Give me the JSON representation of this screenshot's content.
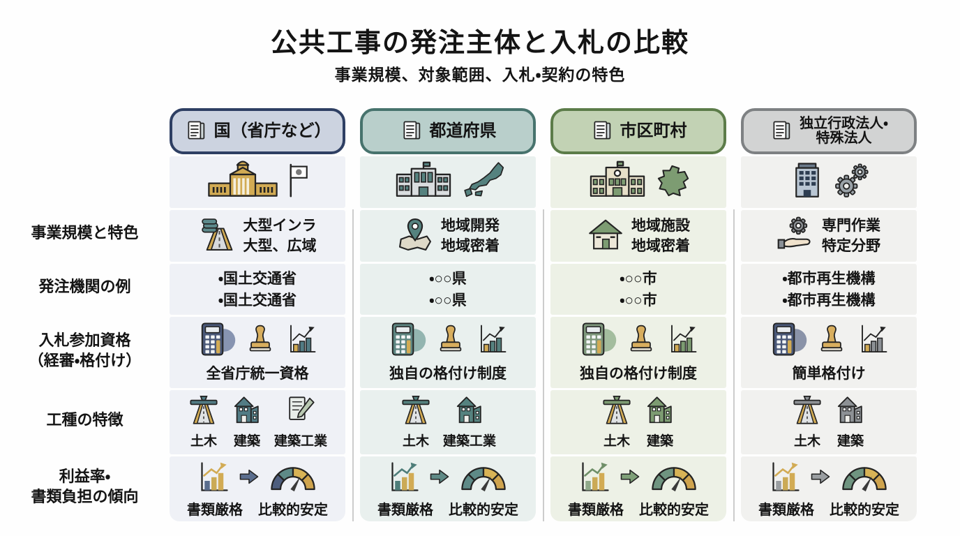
{
  "title": "公共工事の発注主体と入札の比較",
  "subtitle": "事業規模、対象範囲、入札・契約の特色",
  "row_labels": {
    "scale": "事業規模と特色",
    "agencies": "発注機関の例",
    "qualification_1": "入札参加資格",
    "qualification_2": "（経審・格付け）",
    "worktypes": "工種の特徴",
    "profit_1": "利益率・",
    "profit_2": "書類負担の傾向"
  },
  "columns": [
    {
      "header": "国（省庁など）",
      "accent_color": "#2e3f63",
      "header_fill": "#ccd3e0",
      "main_icons": [
        "national-diet-building",
        "japan-flag"
      ],
      "scale_icon": "road-infrastructure",
      "scale_1": "大型インラ",
      "scale_2": "大型、広域",
      "agency_1": "・国土交通省",
      "agency_2": "・国土交通省",
      "qualification": "全省庁統一資格",
      "worktype_1": "土木",
      "worktype_2": "建築",
      "worktype_3": "建築工業",
      "profit_left": "書類厳格",
      "profit_right": "比較的安定"
    },
    {
      "header": "都道府県",
      "accent_color": "#47736d",
      "header_fill": "#b9cfcb",
      "main_icons": [
        "prefecture-building",
        "japan-map"
      ],
      "scale_icon": "map-pin",
      "scale_1": "地域開発",
      "scale_2": "地域密着",
      "agency_1": "・○○県",
      "agency_2": "・○○県",
      "qualification": "独自の格付け制度",
      "worktype_1": "土木",
      "worktype_2": "建築工業",
      "profit_left": "書類厳格",
      "profit_right": "比較的安定"
    },
    {
      "header": "市区町村",
      "accent_color": "#5c7c49",
      "header_fill": "#c2d2b4",
      "main_icons": [
        "city-hall-building",
        "region-map"
      ],
      "scale_icon": "house",
      "scale_1": "地域施設",
      "scale_2": "地域密着",
      "agency_1": "・○○市",
      "agency_2": "・○○市",
      "qualification": "独自の格付け制度",
      "worktype_1": "土木",
      "worktype_2": "建築",
      "profit_left": "書類厳格",
      "profit_right": "比較的安定"
    },
    {
      "header": "独立行政法人・\n特殊法人",
      "accent_color": "#7e8183",
      "header_fill": "#d2d3d3",
      "main_icons": [
        "office-building",
        "gears"
      ],
      "scale_icon": "hand-gear",
      "scale_1": "専門作業",
      "scale_2": "特定分野",
      "agency_1": "・都市再生機構",
      "agency_2": "・都市再生機構",
      "qualification": "簡単格付け",
      "worktype_1": "土木",
      "worktype_2": "建築",
      "profit_left": "書類厳格",
      "profit_right": "比較的安定"
    }
  ]
}
